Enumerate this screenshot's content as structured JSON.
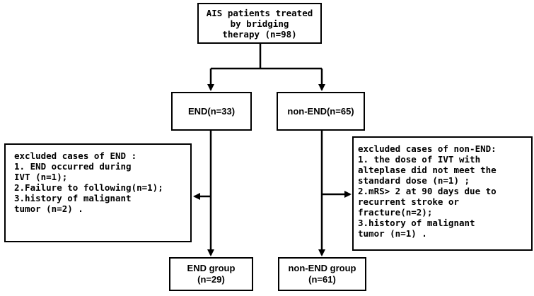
{
  "diagram": {
    "top_box": {
      "lines": [
        "AIS patients treated",
        "by bridging",
        "therapy (n=98)"
      ]
    },
    "end_box": {
      "label": "END(n=33)"
    },
    "nonend_box": {
      "label": "non-END(n=65)"
    },
    "excluded_end": {
      "lines": [
        "excluded cases of END :",
        "1. END occurred during",
        "IVT (n=1);",
        "2.Failure to following(n=1);",
        "3.history of  malignant",
        "tumor (n=2) ."
      ]
    },
    "excluded_nonend": {
      "lines": [
        "excluded cases of non-END:",
        "1. the dose of IVT with",
        "alteplase did not meet the",
        "standard dose (n=1) ;",
        "2.mRS> 2 at 90 days due to",
        "recurrent stroke or",
        "fracture(n=2);",
        "3.history of  malignant",
        "tumor (n=1) ."
      ]
    },
    "end_group": {
      "lines": [
        "END group",
        "(n=29)"
      ]
    },
    "nonend_group": {
      "lines": [
        "non-END group",
        "(n=61)"
      ]
    },
    "colors": {
      "line": "#000000",
      "background": "#ffffff"
    }
  }
}
